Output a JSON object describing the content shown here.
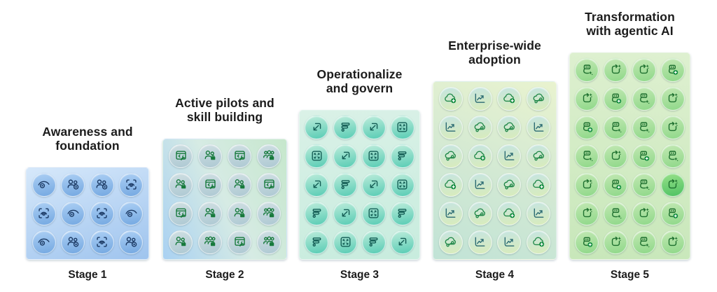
{
  "background_color": "#ffffff",
  "text_color": "#1c1c1c",
  "stages": [
    {
      "title_lines": [
        "Awareness and",
        "foundation"
      ],
      "label": "Stage 1",
      "icon_grid": [
        [
          "eye",
          "people-eye",
          "people-eye",
          "scan-eye"
        ],
        [
          "scan-eye",
          "eye",
          "scan-eye",
          "eye"
        ],
        [
          "eye",
          "people-eye",
          "scan-eye",
          "people-eye"
        ]
      ],
      "colors": {
        "box_angle": 160,
        "box_gradient": [
          "#d6e8fa",
          "#9fc4ee"
        ],
        "circle_top": "#accff4",
        "circle_bottom": "#74a8e1",
        "icon_stroke": "#1c3a64"
      }
    },
    {
      "title_lines": [
        "Active pilots and",
        "skill building"
      ],
      "label": "Stage 2",
      "icon_grid": [
        [
          "window-code-wrench",
          "people-briefcase",
          "window-code-wrench",
          "group-briefcase"
        ],
        [
          "people-briefcase",
          "window-code-wrench",
          "people-briefcase",
          "window-code-wrench"
        ],
        [
          "window-code-wrench",
          "people-briefcase",
          "people-briefcase",
          "group-briefcase"
        ],
        [
          "people-briefcase",
          "group-briefcase",
          "window-code-wrench",
          "group-briefcase"
        ]
      ],
      "colors": {
        "box_angle": 245,
        "box_gradient": [
          "#c6e7cc",
          "#d6ebe4",
          "#a9d1f2"
        ],
        "circle_top": "#cfdfe2",
        "circle_bottom": "#aec9d3",
        "icon_stroke": "#177a3c",
        "badge_fill": "#177a3c"
      }
    },
    {
      "title_lines": [
        "Operationalize",
        "and govern"
      ],
      "label": "Stage 3",
      "icon_grid": [
        [
          "arrow-expand",
          "data-lines",
          "arrow-expand",
          "corner-arrows"
        ],
        [
          "corner-arrows",
          "arrow-expand",
          "corner-arrows",
          "data-lines"
        ],
        [
          "arrow-expand",
          "data-lines",
          "arrow-expand",
          "corner-arrows"
        ],
        [
          "data-lines",
          "arrow-expand",
          "corner-arrows",
          "data-lines"
        ],
        [
          "data-lines",
          "corner-arrows",
          "data-lines",
          "arrow-expand"
        ]
      ],
      "colors": {
        "box_angle": 170,
        "box_gradient": [
          "#daf1e7",
          "#c8ecde"
        ],
        "circle_top": "#bdecdb",
        "circle_bottom": "#58ccb4",
        "icon_stroke": "#135c54"
      }
    },
    {
      "title_lines": [
        "Enterprise-wide",
        "adoption"
      ],
      "label": "Stage 4",
      "icon_grid": [
        [
          "cloud-add",
          "chart-growth",
          "cloud-add",
          "cloud-flow"
        ],
        [
          "chart-growth",
          "cloud-flow",
          "cloud-flow",
          "chart-growth"
        ],
        [
          "cloud-flow",
          "cloud-add",
          "chart-growth",
          "cloud-flow"
        ],
        [
          "cloud-add",
          "chart-growth",
          "cloud-flow",
          "cloud-add"
        ],
        [
          "chart-growth",
          "cloud-flow",
          "cloud-add",
          "chart-growth"
        ],
        [
          "cloud-flow",
          "chart-growth",
          "chart-growth",
          "cloud-add"
        ]
      ],
      "colors": {
        "box_angle": 200,
        "box_gradient": [
          "#e9f3cf",
          "#d3e9d3",
          "#c1e3d6"
        ],
        "circle_top": "#c5e4e1",
        "circle_bottom": "#d9ecbb",
        "icon_stroke": "#23894a",
        "chart_stroke": "#2c6b73",
        "badge_fill": "#0e8a3c",
        "node_fill": "#d2e9cf"
      }
    },
    {
      "title_lines": [
        "Transformation",
        "with agentic AI"
      ],
      "label": "Stage 5",
      "icon_grid": [
        [
          "bot-sparkle",
          "sync-sparkle",
          "sync-sparkle",
          "bot-add"
        ],
        [
          "sync-sparkle",
          "bot-add",
          "bot-sparkle",
          "sync-sparkle"
        ],
        [
          "bot-add",
          "bot-sparkle",
          "bot-sparkle",
          "sync-sparkle"
        ],
        [
          "bot-sparkle",
          "sync-sparkle",
          "bot-add",
          "bot-sparkle"
        ],
        [
          "sync-sparkle",
          "bot-add",
          "bot-sparkle",
          "sync-sparkle"
        ],
        [
          "sync-sparkle",
          "bot-sparkle",
          "sync-sparkle",
          "bot-add"
        ],
        [
          "bot-add",
          "sync-sparkle",
          "bot-sparkle",
          "sync-sparkle"
        ]
      ],
      "colors": {
        "box_angle": 185,
        "box_gradient": [
          "#def0d0",
          "#c8e7ba"
        ],
        "circle_top": "#c2e8b3",
        "circle_bottom": "#8fd889",
        "icon_stroke": "#1d6f2e",
        "badge_fill": "#0f8a3d"
      },
      "highlight": {
        "row": 4,
        "col": 3,
        "circle_top": "#97e089",
        "circle_bottom": "#4ec263"
      }
    }
  ]
}
